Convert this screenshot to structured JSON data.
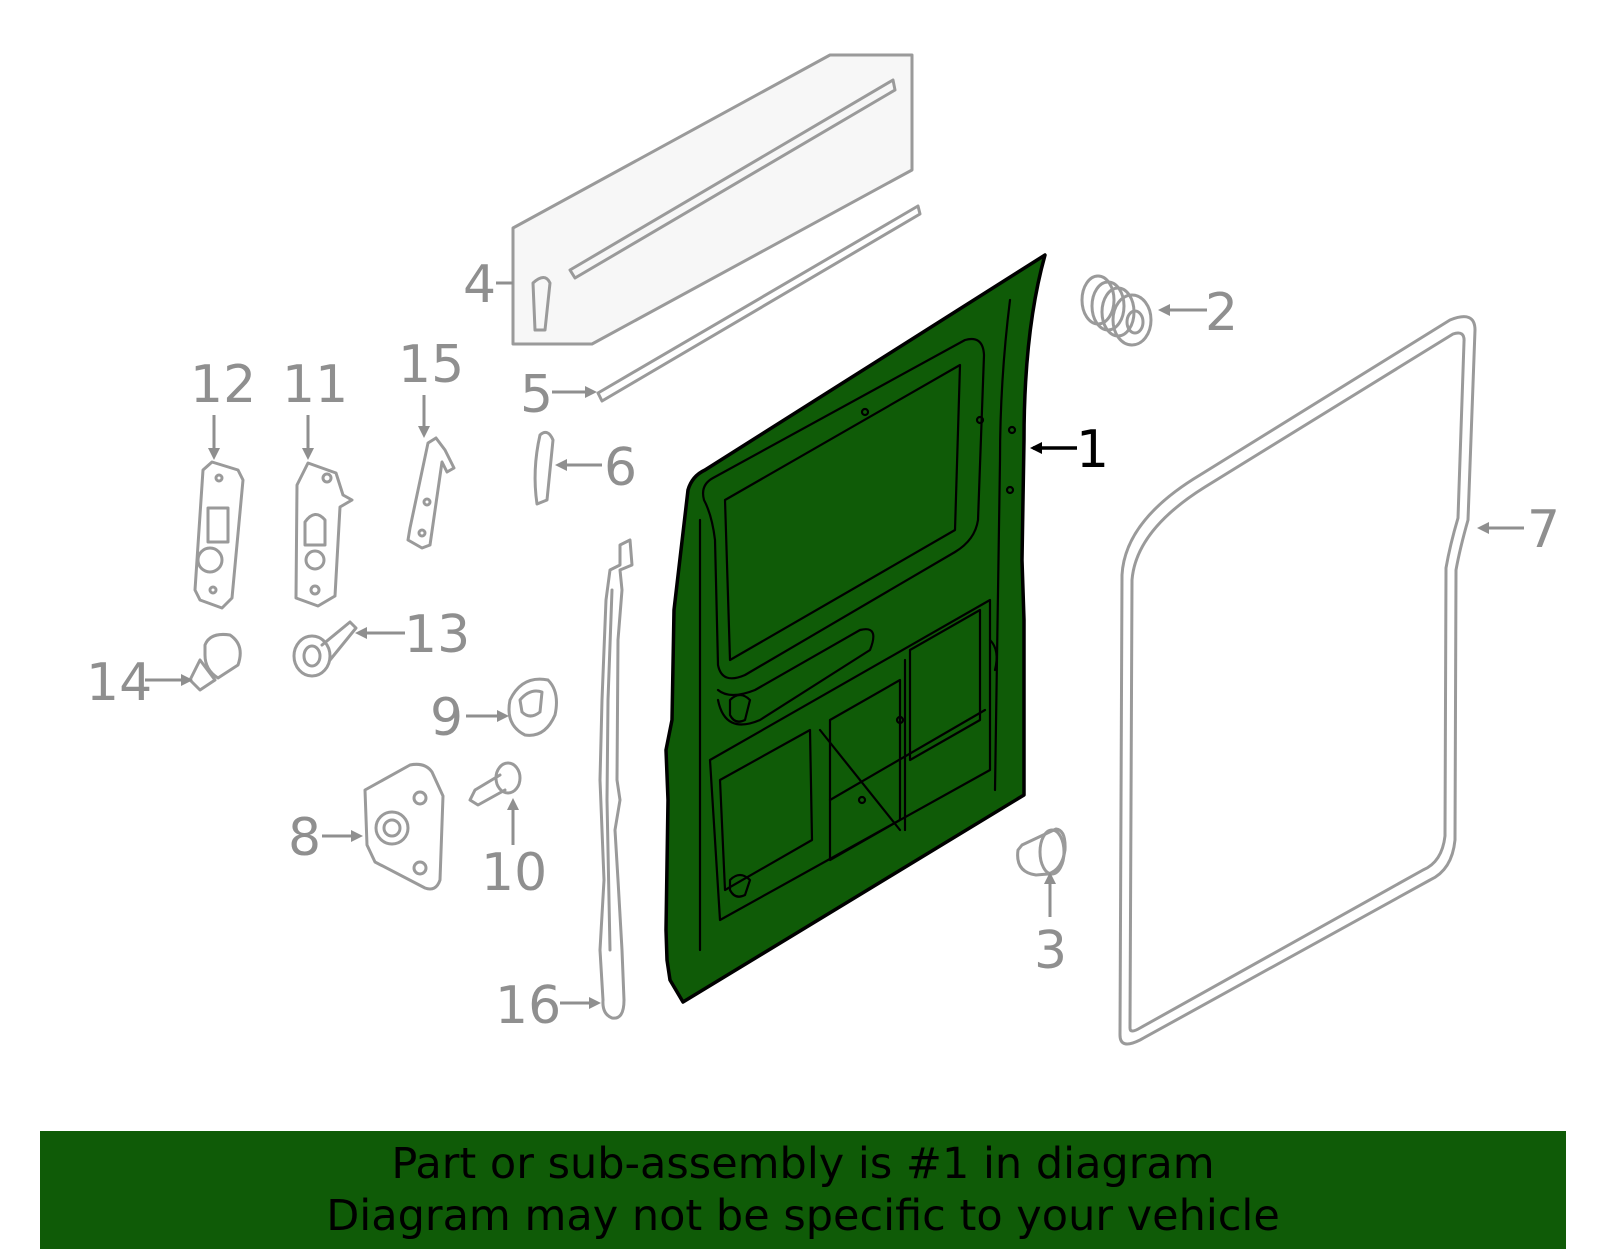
{
  "colors": {
    "highlight_green": "#0f5b07",
    "outline_gray": "#9a9a9a",
    "label_gray": "#8f8f8f",
    "banner_green": "#0f5b07"
  },
  "parts": [
    {
      "num": "1",
      "highlighted": true
    },
    {
      "num": "2"
    },
    {
      "num": "3"
    },
    {
      "num": "4"
    },
    {
      "num": "5"
    },
    {
      "num": "6"
    },
    {
      "num": "7"
    },
    {
      "num": "8"
    },
    {
      "num": "9"
    },
    {
      "num": "10"
    },
    {
      "num": "11"
    },
    {
      "num": "12"
    },
    {
      "num": "13"
    },
    {
      "num": "14"
    },
    {
      "num": "15"
    },
    {
      "num": "16"
    }
  ],
  "banner": {
    "line1": "Part or sub-assembly is #1 in diagram",
    "line2": "Diagram may not be specific to your vehicle"
  }
}
